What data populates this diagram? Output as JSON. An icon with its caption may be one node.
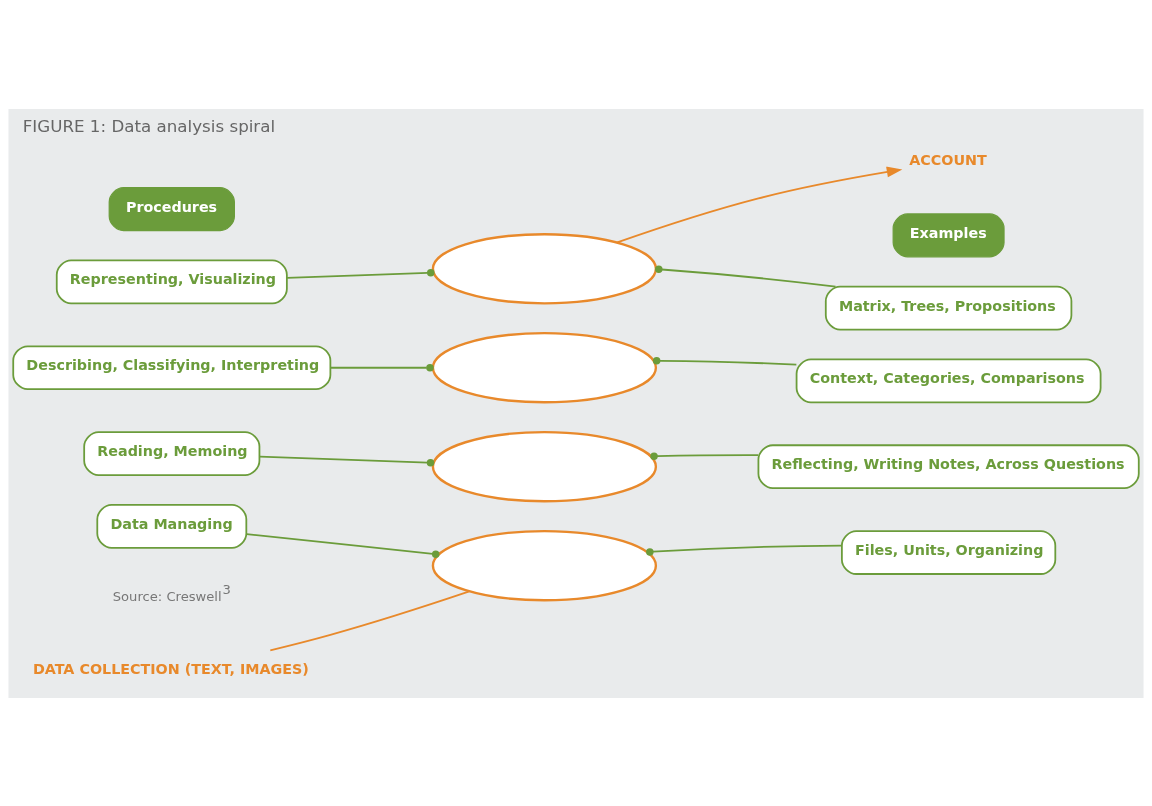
{
  "diagram": {
    "title": "FIGURE 1: Data analysis spiral",
    "nodes": [
      {
        "text": [
          "Procedures"
        ]
      },
      {
        "text": [
          "Examples"
        ]
      },
      {
        "text": [
          "Representing, Visualizing"
        ]
      },
      {
        "text": [
          "Describing, Classifying, Interpreting"
        ]
      },
      {
        "text": [
          "Reading, Memoing"
        ]
      },
      {
        "text": [
          "Data Managing"
        ]
      },
      {
        "text": [
          "Matrix, Trees, Propositions"
        ]
      },
      {
        "text": [
          "Context, Categories, Comparisons"
        ]
      },
      {
        "text": [
          "Reflecting, Writing Notes, Across Questions"
        ]
      },
      {
        "text": [
          "Files, Units, Organizing"
        ]
      },
      {
        "text": [],
        "shape": "ellipse"
      },
      {
        "text": [],
        "shape": "ellipse"
      },
      {
        "text": [],
        "shape": "ellipse"
      },
      {
        "text": [],
        "shape": "ellipse"
      },
      {
        "text": [
          "ACCOUNT"
        ]
      },
      {
        "text": [
          "DATA COLLECTION (TEXT, IMAGES)"
        ]
      }
    ],
    "edges": [
      {
        "from": 2,
        "to": 10,
        "arrow": "other"
      },
      {
        "from": 3,
        "to": 11,
        "arrow": "other"
      },
      {
        "from": 4,
        "to": 12,
        "arrow": "other"
      },
      {
        "from": 5,
        "to": 13,
        "arrow": "other"
      },
      {
        "from": 6,
        "to": 10,
        "arrow": "other"
      },
      {
        "from": 7,
        "to": 11,
        "arrow": "other"
      },
      {
        "from": 8,
        "to": 12,
        "arrow": "other"
      },
      {
        "from": 9,
        "to": 13,
        "arrow": "other"
      },
      {
        "from": 15,
        "to": 13,
        "arrow": "none",
        "color": "#e8892b"
      },
      {
        "from": 10,
        "to": 14,
        "arrow": "to",
        "color": "#e8892b"
      }
    ],
    "labels": [
      "Source: Creswell$^{3}$"
    ]
  }
}
